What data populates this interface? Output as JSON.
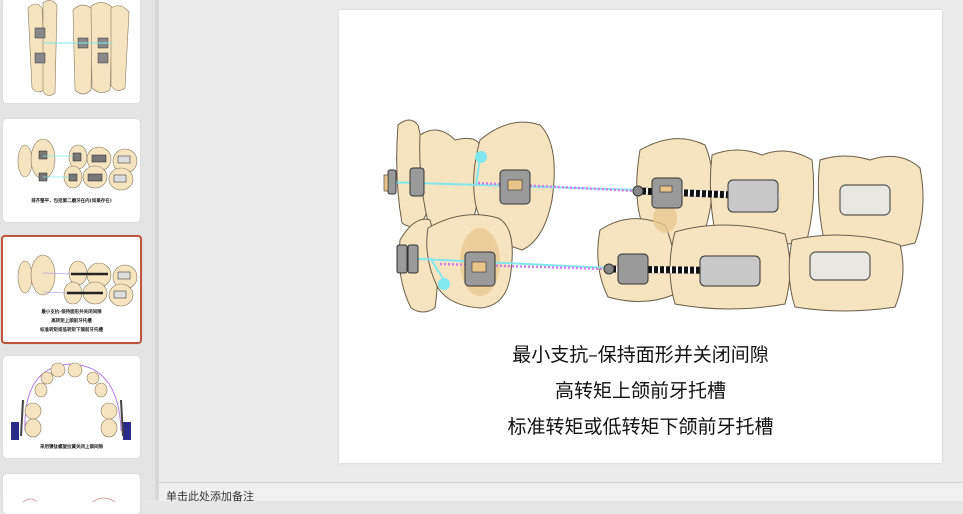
{
  "thumbnails": [
    {
      "index": 1,
      "caption": ""
    },
    {
      "index": 2,
      "caption": "排齐整平，包括第二磨牙在内(如果存在)"
    },
    {
      "index": 3,
      "caption_lines": [
        "最小支抗-保持面形并关闭间隙",
        "高转矩上颌前牙托槽",
        "标准转矩或低转矩下颌前牙托槽"
      ],
      "selected": true
    },
    {
      "index": 4,
      "caption": "采用镍钛螺旋拉簧关闭上颌间隙"
    },
    {
      "index": 5,
      "caption": ""
    }
  ],
  "slide": {
    "lines": [
      "最小支抗–保持面形并关闭间隙",
      "高转矩上颌前牙托槽",
      "标准转矩或低转矩下颌前牙托槽"
    ]
  },
  "notes": {
    "placeholder": "单击此处添加备注"
  },
  "colors": {
    "selected_border": "#c0533b",
    "tooth": "#f6e3bf",
    "wire": "#7fe8ee",
    "elastic": "#d27ee8"
  }
}
